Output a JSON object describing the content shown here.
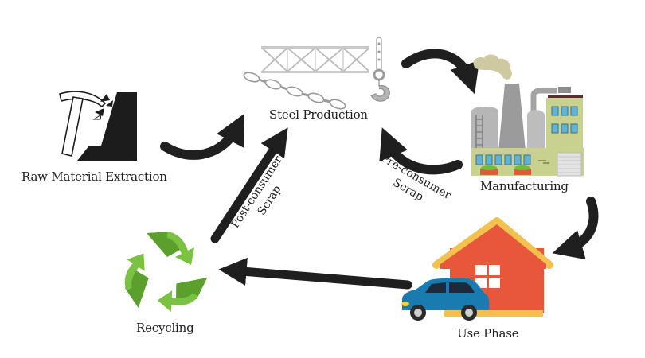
{
  "diagram": {
    "type": "cycle",
    "title": "Steel life cycle",
    "nodes": [
      {
        "id": "raw",
        "label": "Raw Material Extraction",
        "icon": "pickaxe-mountain-icon"
      },
      {
        "id": "steel",
        "label": "Steel Production",
        "icon": "truss-chain-hook-icon"
      },
      {
        "id": "mfg",
        "label": "Manufacturing",
        "icon": "factory-icon"
      },
      {
        "id": "use",
        "label": "Use Phase",
        "icon": "house-car-icon"
      },
      {
        "id": "recycle",
        "label": "Recycling",
        "icon": "recycle-icon"
      }
    ],
    "edges": [
      {
        "from": "raw",
        "to": "steel",
        "label": ""
      },
      {
        "from": "steel",
        "to": "mfg",
        "label": ""
      },
      {
        "from": "mfg",
        "to": "steel",
        "label": "Pre-consumer Scrap"
      },
      {
        "from": "mfg",
        "to": "use",
        "label": ""
      },
      {
        "from": "use",
        "to": "recycle",
        "label": ""
      },
      {
        "from": "recycle",
        "to": "steel",
        "label": "Post-consumer Scrap"
      }
    ],
    "edge_labels": {
      "pre_consumer_line1": "Pre-consumer",
      "pre_consumer_line2": "Scrap",
      "post_consumer_line1": "Post-consumer",
      "post_consumer_line2": "Scrap"
    },
    "colors": {
      "arrow": "#1f1f1f",
      "house_wall": "#e8573b",
      "roof": "#f2c14e",
      "car": "#1a7bb0",
      "recycle_light": "#7cc242",
      "recycle_dark": "#4f9a2a",
      "factory_wall": "#c9d18f",
      "window": "#5fb4d6"
    }
  }
}
